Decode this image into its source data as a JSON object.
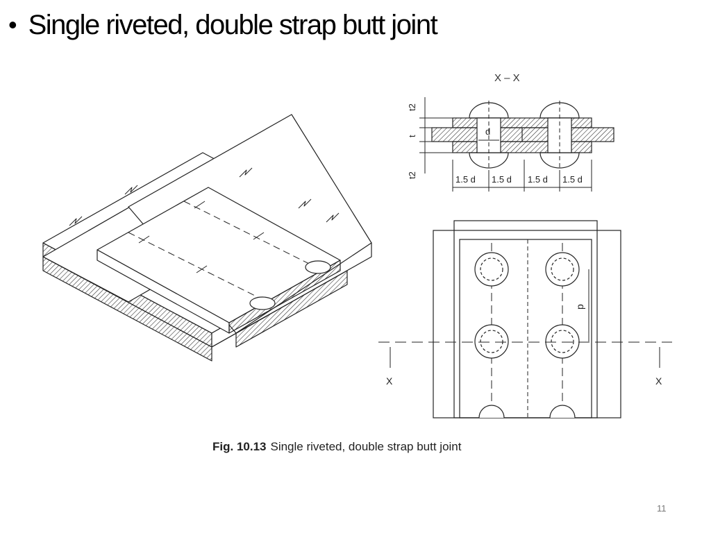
{
  "slide": {
    "bullet": "•",
    "title": "Single riveted, double strap butt joint",
    "slide_number": "11"
  },
  "figure": {
    "caption_label": "Fig. 10.13",
    "caption_text": "Single riveted, double strap butt joint",
    "section_label": "X – X",
    "dim_t": "t",
    "dim_t2_top": "t2",
    "dim_t2_bottom": "t2",
    "dim_d": "d",
    "spacings": [
      "1.5 d",
      "1.5 d",
      "1.5 d",
      "1.5 d"
    ],
    "pitch_label": "p",
    "section_mark_left": "X",
    "section_mark_right": "X"
  }
}
